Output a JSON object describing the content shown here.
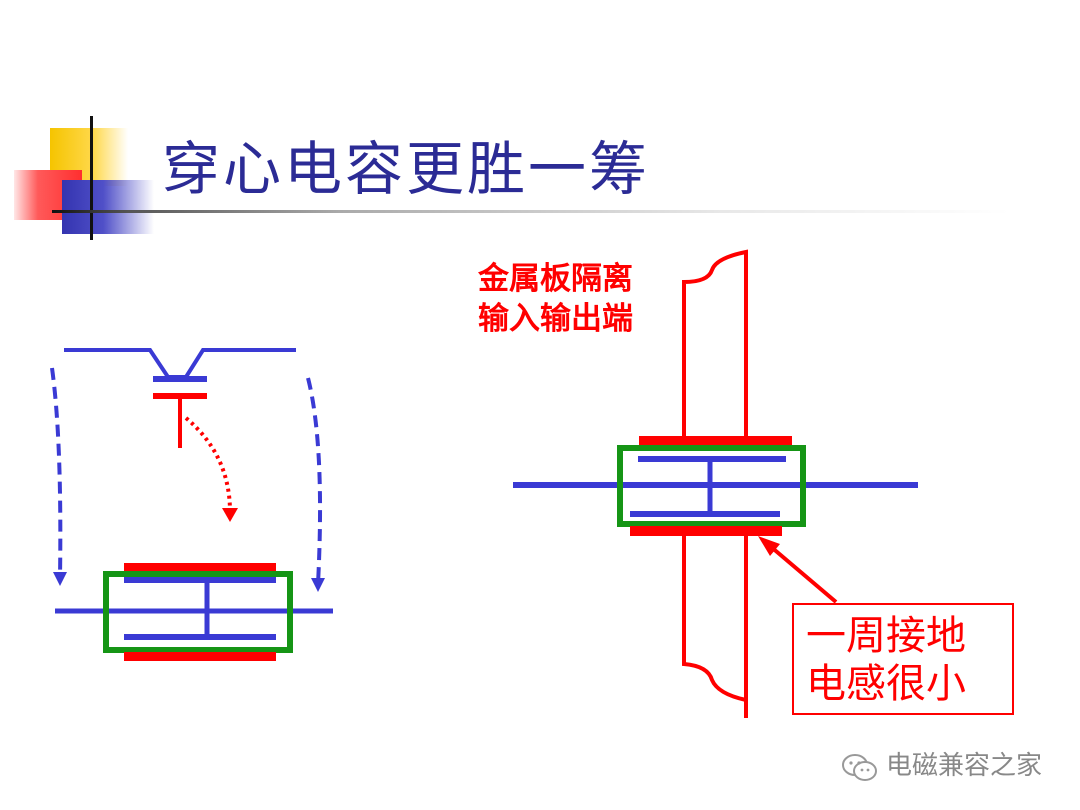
{
  "slide": {
    "title": "穿心电容更胜一筹"
  },
  "labels": {
    "metal_plate_line1": "金属板隔离",
    "metal_plate_line2": "输入输出端",
    "ground_line1": "一周接地",
    "ground_line2": "电感很小"
  },
  "watermark": {
    "text": "电磁兼容之家",
    "icon": "wechat-icon"
  },
  "colors": {
    "blue": "#3a3ad4",
    "red": "#ff0000",
    "green": "#159515",
    "title": "#2b2b95"
  }
}
